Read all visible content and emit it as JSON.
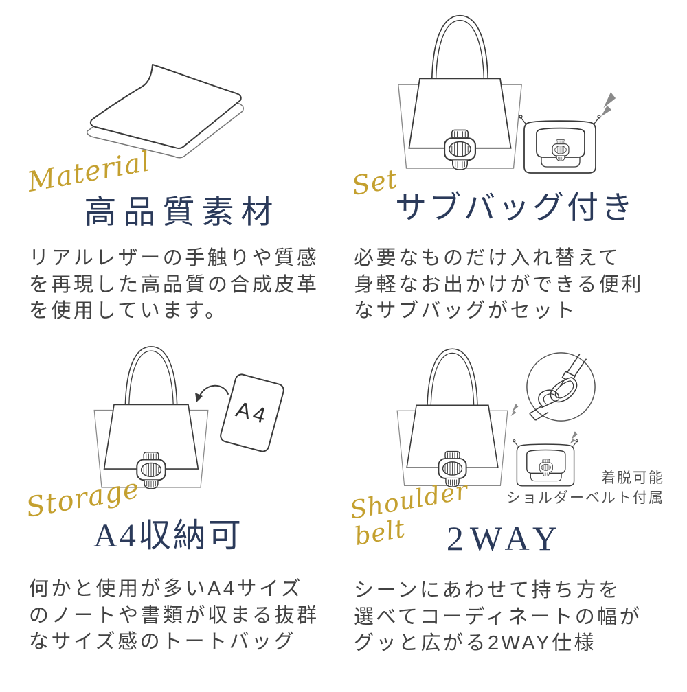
{
  "colors": {
    "accent_gold": "#c4a02f",
    "heading_navy": "#2b3a5a",
    "body_text": "#424242",
    "note_text": "#4f4f4f",
    "line_art": "#3a3a3a",
    "sparkle_gray": "#8a8a8a"
  },
  "sections": [
    {
      "id": "material",
      "script_lines": [
        "Material"
      ],
      "title": "高品質素材",
      "desc_lines": [
        "リアルレザーの手触りや質感",
        "を再現した高品質の合成皮革",
        "を使用しています。"
      ],
      "illustration": "leather-swatch"
    },
    {
      "id": "set",
      "script_lines": [
        "Set"
      ],
      "title": "サブバッグ付き",
      "desc_lines": [
        "必要なものだけ入れ替えて",
        "身軽なお出かけができる便利",
        "なサブバッグがセット"
      ],
      "illustration": "tote-bag-with-sub-bag"
    },
    {
      "id": "storage",
      "script_lines": [
        "Storage"
      ],
      "title": "A4収納可",
      "desc_lines": [
        "何かと使用が多いA4サイズ",
        "のノートや書類が収まる抜群",
        "なサイズ感のトートバッグ"
      ],
      "a4_label": "A4",
      "illustration": "tote-bag-with-a4-sheet"
    },
    {
      "id": "shoulder_belt",
      "script_lines": [
        "Shoulder",
        "belt"
      ],
      "title": "2WAY",
      "desc_lines": [
        "シーンにあわせて持ち方を",
        "選べてコーディネートの幅が",
        "グッと広がる2WAY仕様"
      ],
      "note_lines": [
        "着脱可能",
        "ショルダーベルト付属"
      ],
      "illustration": "tote-bag-with-shoulder-belt"
    }
  ]
}
